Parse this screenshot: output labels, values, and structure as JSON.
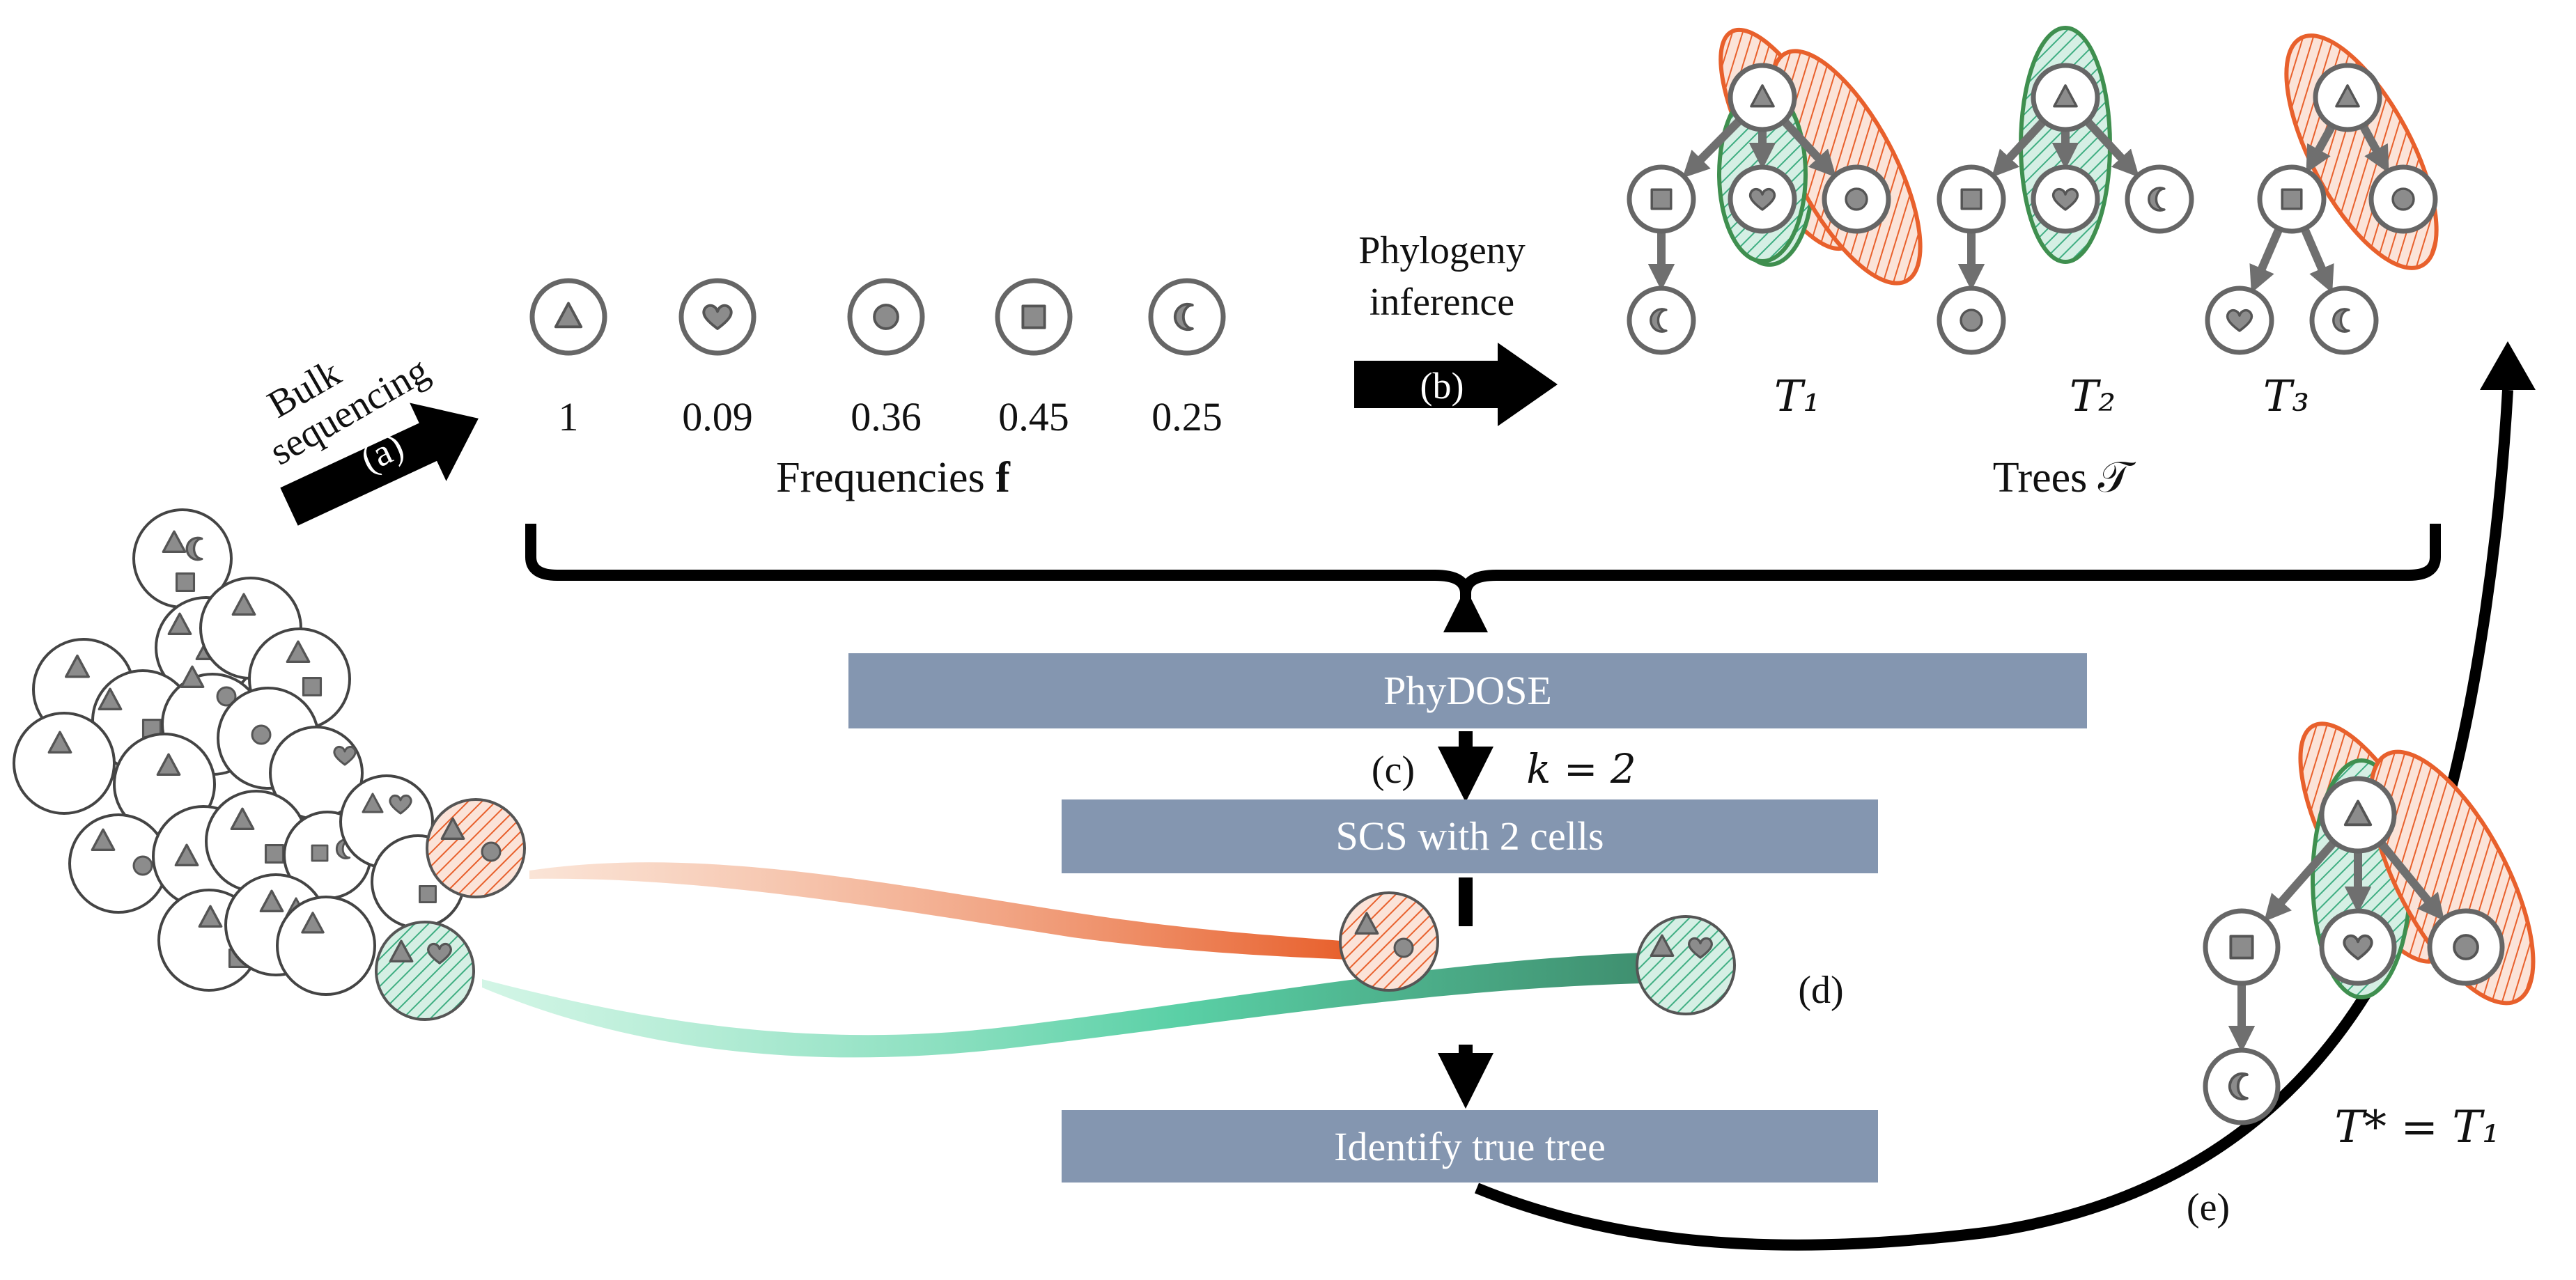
{
  "colors": {
    "box_fill": "#8496b0",
    "orange_clone": "#e8602c",
    "green_clone": "#3f8f4f",
    "arrow": "#000000",
    "node_fill": "#8c8c8c"
  },
  "step_a": {
    "line1": "Bulk",
    "line2": "sequencing",
    "tag": "(a)"
  },
  "step_b": {
    "line1": "Phylogeny",
    "line2": "inference",
    "tag": "(b)"
  },
  "step_c": {
    "tag": "(c)",
    "k_label": "k = 2"
  },
  "step_d": {
    "tag": "(d)"
  },
  "step_e": {
    "tag": "(e)"
  },
  "frequencies": {
    "caption_text": "Frequencies ",
    "caption_bold": "f",
    "items": [
      {
        "icon": "triangle-icon",
        "value": "1"
      },
      {
        "icon": "heart-icon",
        "value": "0.09"
      },
      {
        "icon": "circle-icon",
        "value": "0.36"
      },
      {
        "icon": "square-icon",
        "value": "0.45"
      },
      {
        "icon": "moon-icon",
        "value": "0.25"
      }
    ]
  },
  "trees": {
    "caption": "Trees 𝒯",
    "labels": [
      "T₁",
      "T₂",
      "T₃"
    ]
  },
  "boxes": {
    "phydose": "PhyDOSE",
    "scs": "SCS with 2 cells",
    "identify": "Identify true tree"
  },
  "result_label": "T* = T₁"
}
